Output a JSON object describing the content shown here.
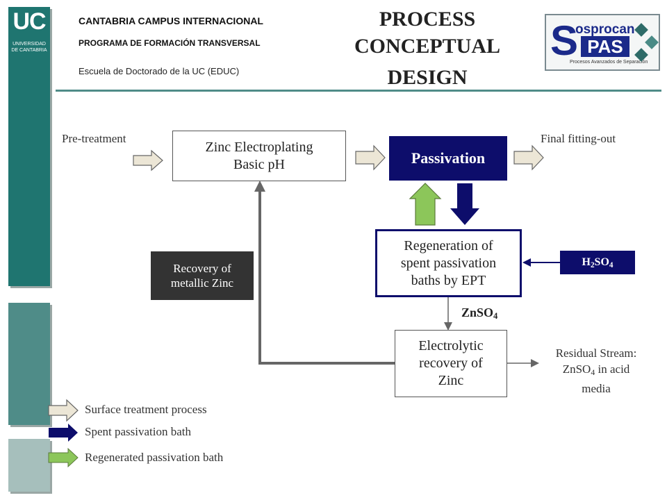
{
  "header": {
    "org_line1": "CANTABRIA CAMPUS INTERNACIONAL",
    "org_line2": "PROGRAMA DE FORMACIÓN  TRANSVERSAL",
    "org_line3": "Escuela de Doctorado de la UC (EDUC)",
    "title_line1": "PROCESS",
    "title_line2": "CONCEPTUAL",
    "title_line3": "DESIGN",
    "uc_logo_letters": "UC",
    "uc_logo_line1": "UNIVERSIDAD",
    "uc_logo_line2": "DE CANTABRIA",
    "project_logo_top": "osprocan",
    "project_logo_s": "S",
    "project_logo_main": "PAS",
    "project_logo_tagline": "Procesos Avanzados de Separación"
  },
  "diagram": {
    "pretreatment": "Pre-treatment",
    "final_fitting": "Final fitting-out",
    "electroplating_line1": "Zinc  Electroplating",
    "electroplating_line2": "Basic pH",
    "passivation": "Passivation",
    "regeneration_line1": "Regeneration of",
    "regeneration_line2": "spent passivation",
    "regeneration_line3": "baths by EPT",
    "acid_main": "H",
    "acid_sub1": "2",
    "acid_mid": "SO",
    "acid_sub2": "4",
    "recovery_line1": "Recovery of",
    "recovery_line2": "metallic Zinc",
    "znso4_main": "ZnSO",
    "znso4_sub": "4",
    "electrolytic_line1": "Electrolytic",
    "electrolytic_line2": "recovery of",
    "electrolytic_line3": "Zinc",
    "residual_line1": "Residual Stream:",
    "residual_main": "ZnSO",
    "residual_sub": "4",
    "residual_after": " in acid",
    "residual_line3": "media"
  },
  "legend": {
    "surface": "Surface treatment process",
    "spent": "Spent passivation bath",
    "regenerated": "Regenerated passivation bath"
  },
  "colors": {
    "teal_dark": "#1f7570",
    "teal_mid": "#4f8c88",
    "teal_light": "#a6bfbc",
    "navy": "#0d0d6b",
    "dark_box": "#333333",
    "green_arrow": "#8cc65a",
    "beige_arrow": "#ece6d6"
  }
}
